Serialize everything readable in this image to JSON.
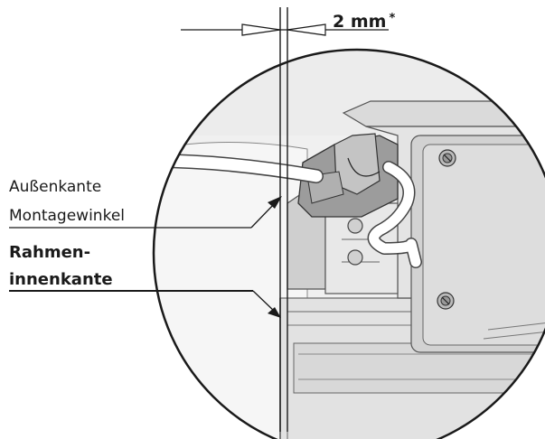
{
  "dimension": {
    "value": "2 mm",
    "footnote_mark": "*"
  },
  "labels": {
    "outer_edge": {
      "line1": "Außenkante",
      "line2": "Montagewinkel"
    },
    "inner_edge": {
      "line1": "Rahmen-",
      "line2": "innenkante"
    }
  }
}
